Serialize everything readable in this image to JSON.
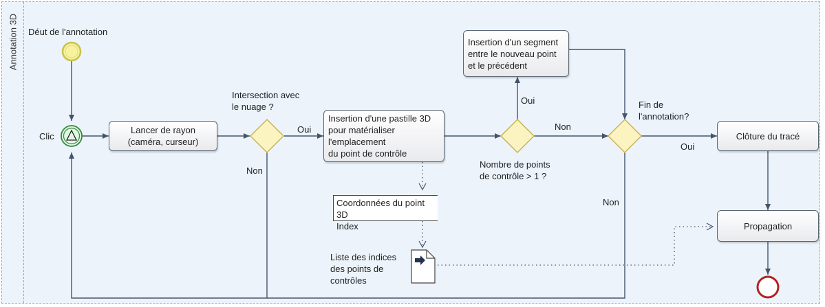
{
  "pool": {
    "lane_label": "Annotation 3D"
  },
  "events": {
    "start_label": "Déut de l'annotation",
    "click_label": "Clic"
  },
  "tasks": {
    "ray_cast": "Lancer de rayon\n(caméra, curseur)",
    "insert_pad": "Insertion d'une pastille 3D\npour matérialiser\nl'emplacement\ndu point de contrôle",
    "insert_segment": "Insertion d'un segment\nentre le nouveau point\net le précédent",
    "close_trace": "Clôture du tracé",
    "propagation": "Propagation"
  },
  "gateways": {
    "intersection_question": "Intersection avec\nle nuage ?",
    "points_question": "Nombre de points\nde contrôle > 1 ?",
    "end_question": "Fin de\nl'annotation?"
  },
  "flow_labels": {
    "oui_1": "Oui",
    "non_1": "Non",
    "oui_2": "Oui",
    "non_2": "Non",
    "oui_3": "Oui",
    "non_3": "Non"
  },
  "data": {
    "coordinates_object": "Coordonnées du point 3D\nIndex",
    "indices_store_label": "Liste des indices\ndes points de\ncontrôles"
  },
  "colors": {
    "pool_bg": "#ecf3fb",
    "start_event": "#f6f2a0",
    "end_event": "#b22222",
    "gateway_fill": "#fbf3c0",
    "flow_line": "#44546a"
  }
}
